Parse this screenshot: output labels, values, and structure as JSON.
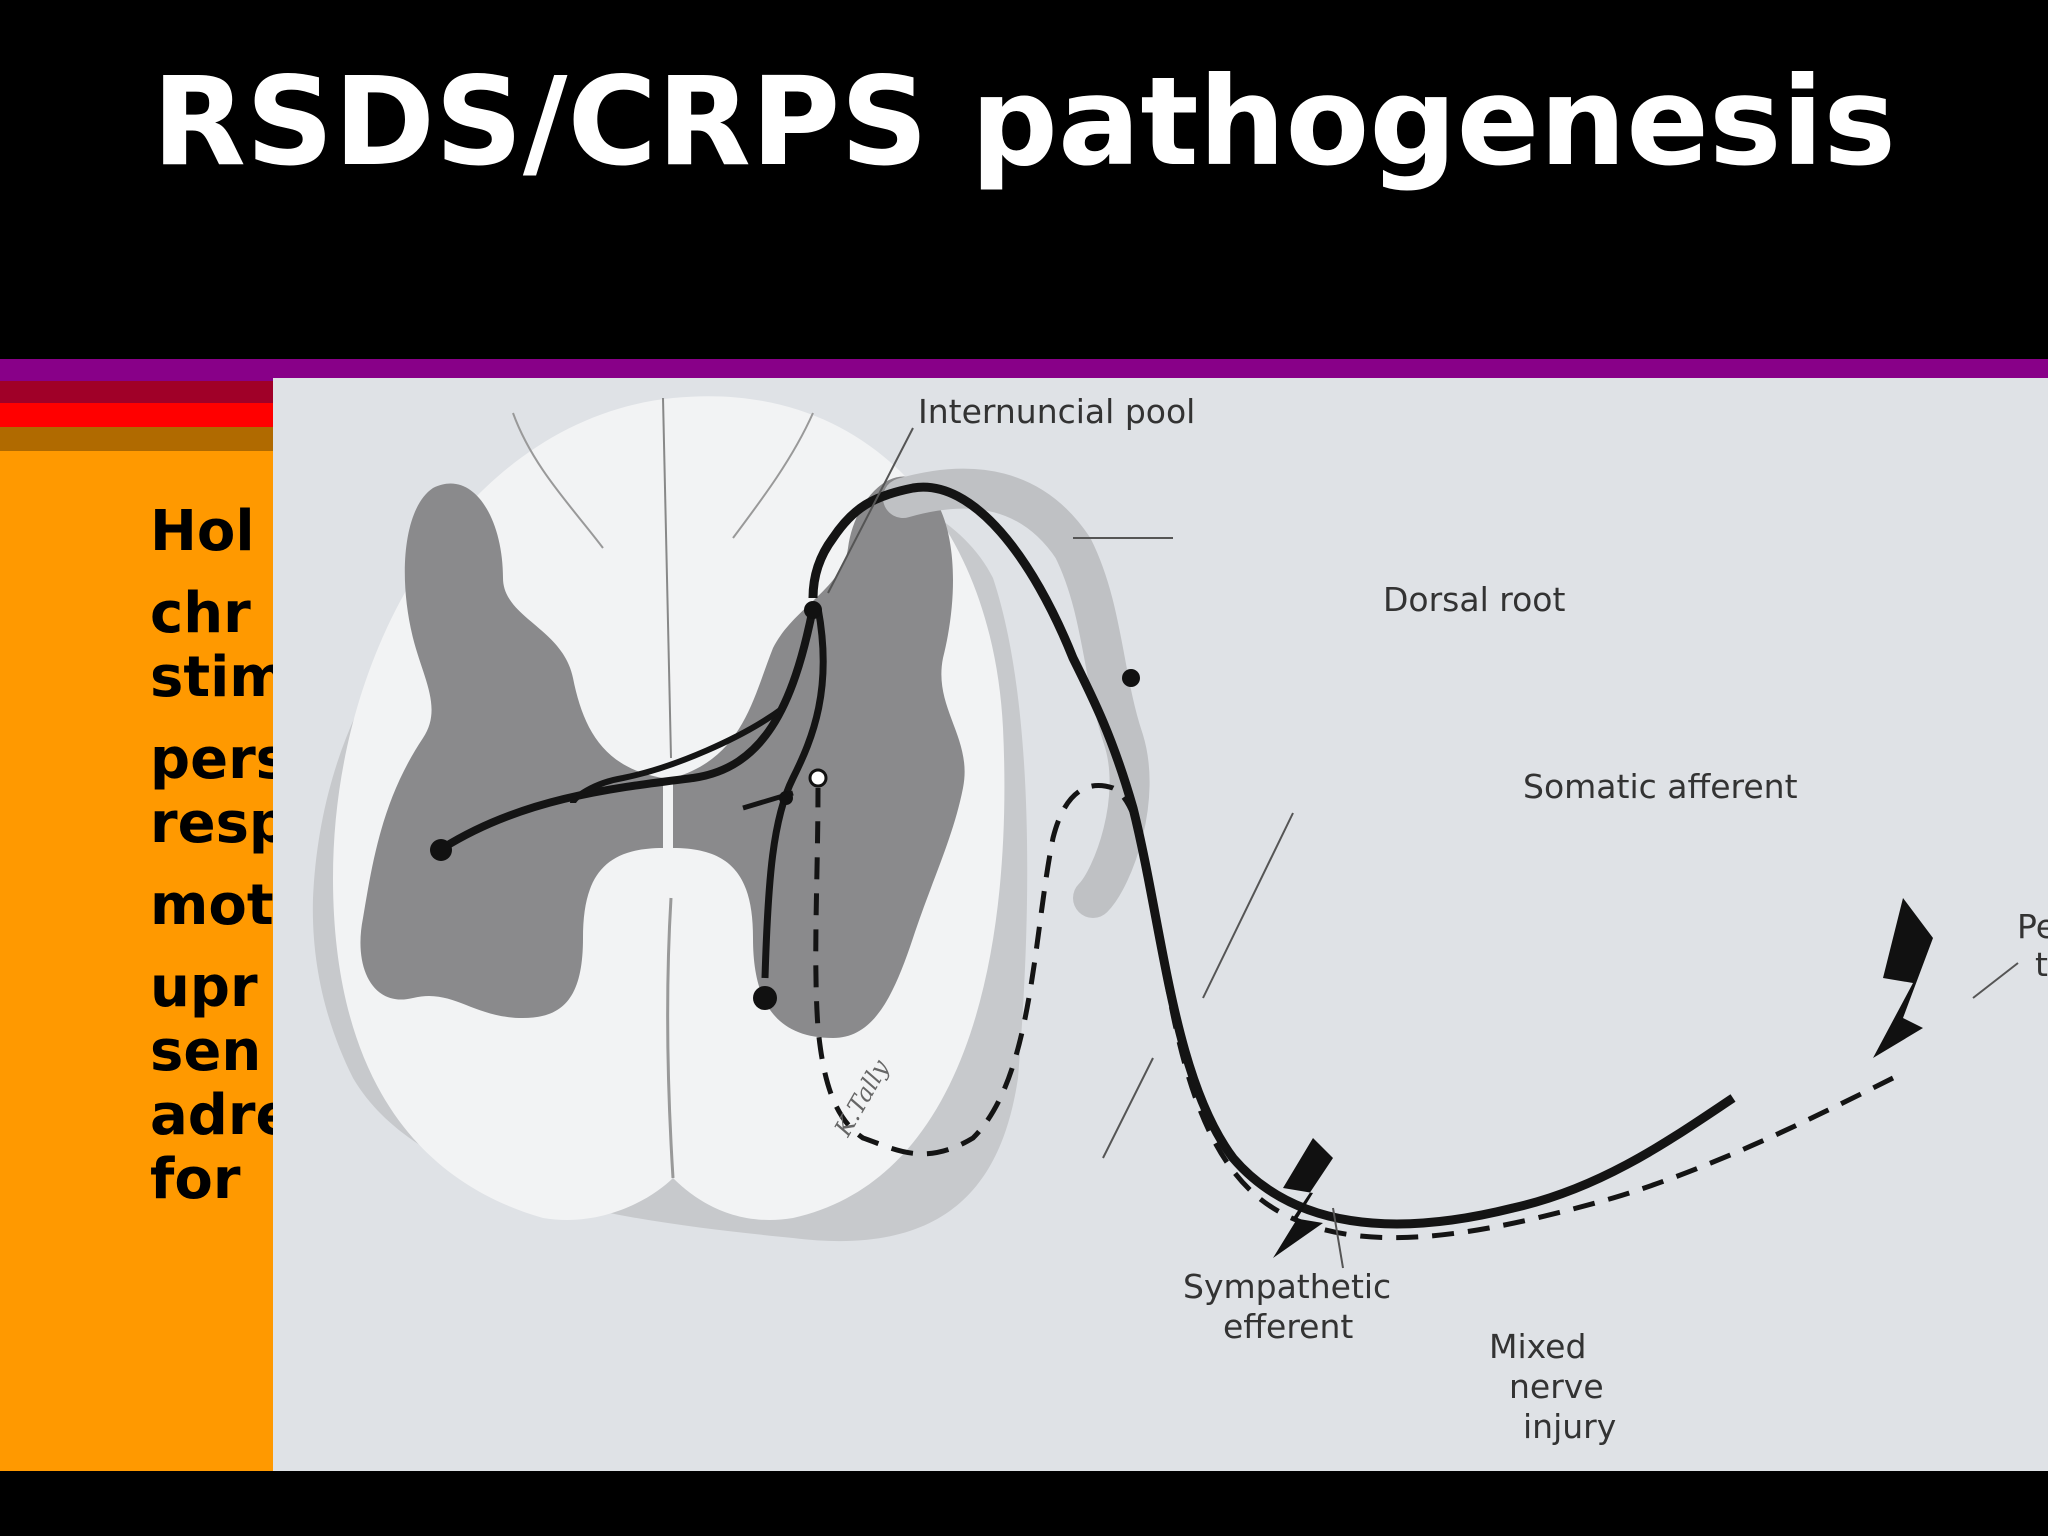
{
  "slide": {
    "title": "RSDS/CRPS pathogenesis",
    "bullets": [
      "Hol",
      "chr\nstim",
      "pers\nresp",
      "mot",
      "upr\nsen\nadre\nfor"
    ]
  },
  "figure": {
    "labels": {
      "internuncial_pool": "Internuncial pool",
      "dorsal_root": "Dorsal root",
      "somatic_afferent": "Somatic afferent",
      "sympathetic_line1": "Sympathetic",
      "sympathetic_line2": "efferent",
      "mixed_line1": "Mixed",
      "mixed_line2": "nerve",
      "mixed_line3": "injury",
      "cut_line1": "Pe",
      "cut_line2": "t",
      "signature": "K.Tally"
    }
  },
  "colors": {
    "background": "#000000",
    "title_text": "#ffffff",
    "panel_orange": "#ff9900",
    "stripe_purple": "#880088",
    "stripe_maroon": "#a00028",
    "stripe_red": "#ff0000",
    "stripe_brown": "#b06a00",
    "figure_bg": "#dfe2e6",
    "white_matter": "#f2f3f4",
    "gray_matter": "#8a8a8c"
  }
}
